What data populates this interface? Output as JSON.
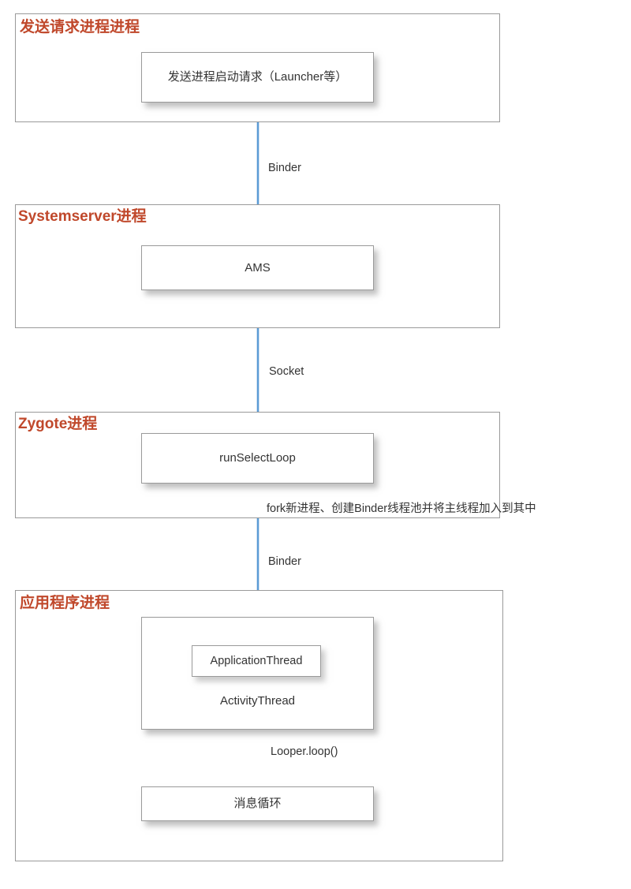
{
  "diagram": {
    "title": "Android application process startup flow",
    "accent_color": "#c0482b",
    "connector_color": "#5b9bd5",
    "box_border_color": "#9a9a9a",
    "text_color": "#333333",
    "background": "#ffffff"
  },
  "groups": [
    {
      "id": "request-process",
      "title": "发送请求进程进程",
      "nodes": [
        {
          "id": "send-request",
          "label": "发送进程启动请求（Launcher等）"
        }
      ]
    },
    {
      "id": "systemserver-process",
      "title": "Systemserver进程",
      "nodes": [
        {
          "id": "ams",
          "label": "AMS"
        }
      ]
    },
    {
      "id": "zygote-process",
      "title": "Zygote进程",
      "nodes": [
        {
          "id": "run-select-loop",
          "label": "runSelectLoop"
        }
      ]
    },
    {
      "id": "application-process",
      "title": "应用程序进程",
      "nodes": [
        {
          "id": "activity-thread",
          "label": "ActivityThread"
        },
        {
          "id": "application-thread",
          "label": "ApplicationThread"
        },
        {
          "id": "message-loop",
          "label": "消息循环"
        }
      ]
    }
  ],
  "edges": [
    {
      "id": "edge-binder-1",
      "label": "Binder",
      "from": "send-request",
      "to": "ams"
    },
    {
      "id": "edge-socket",
      "label": "Socket",
      "from": "ams",
      "to": "run-select-loop"
    },
    {
      "id": "edge-fork",
      "label": "fork新进程、创建Binder线程池并将主线程加入到其中",
      "from": "run-select-loop",
      "to": "application-thread"
    },
    {
      "id": "edge-binder-2",
      "label": "Binder",
      "from": "run-select-loop",
      "to": "application-thread"
    },
    {
      "id": "edge-looper",
      "label": "Looper.loop()",
      "from": "activity-thread",
      "to": "message-loop"
    }
  ]
}
